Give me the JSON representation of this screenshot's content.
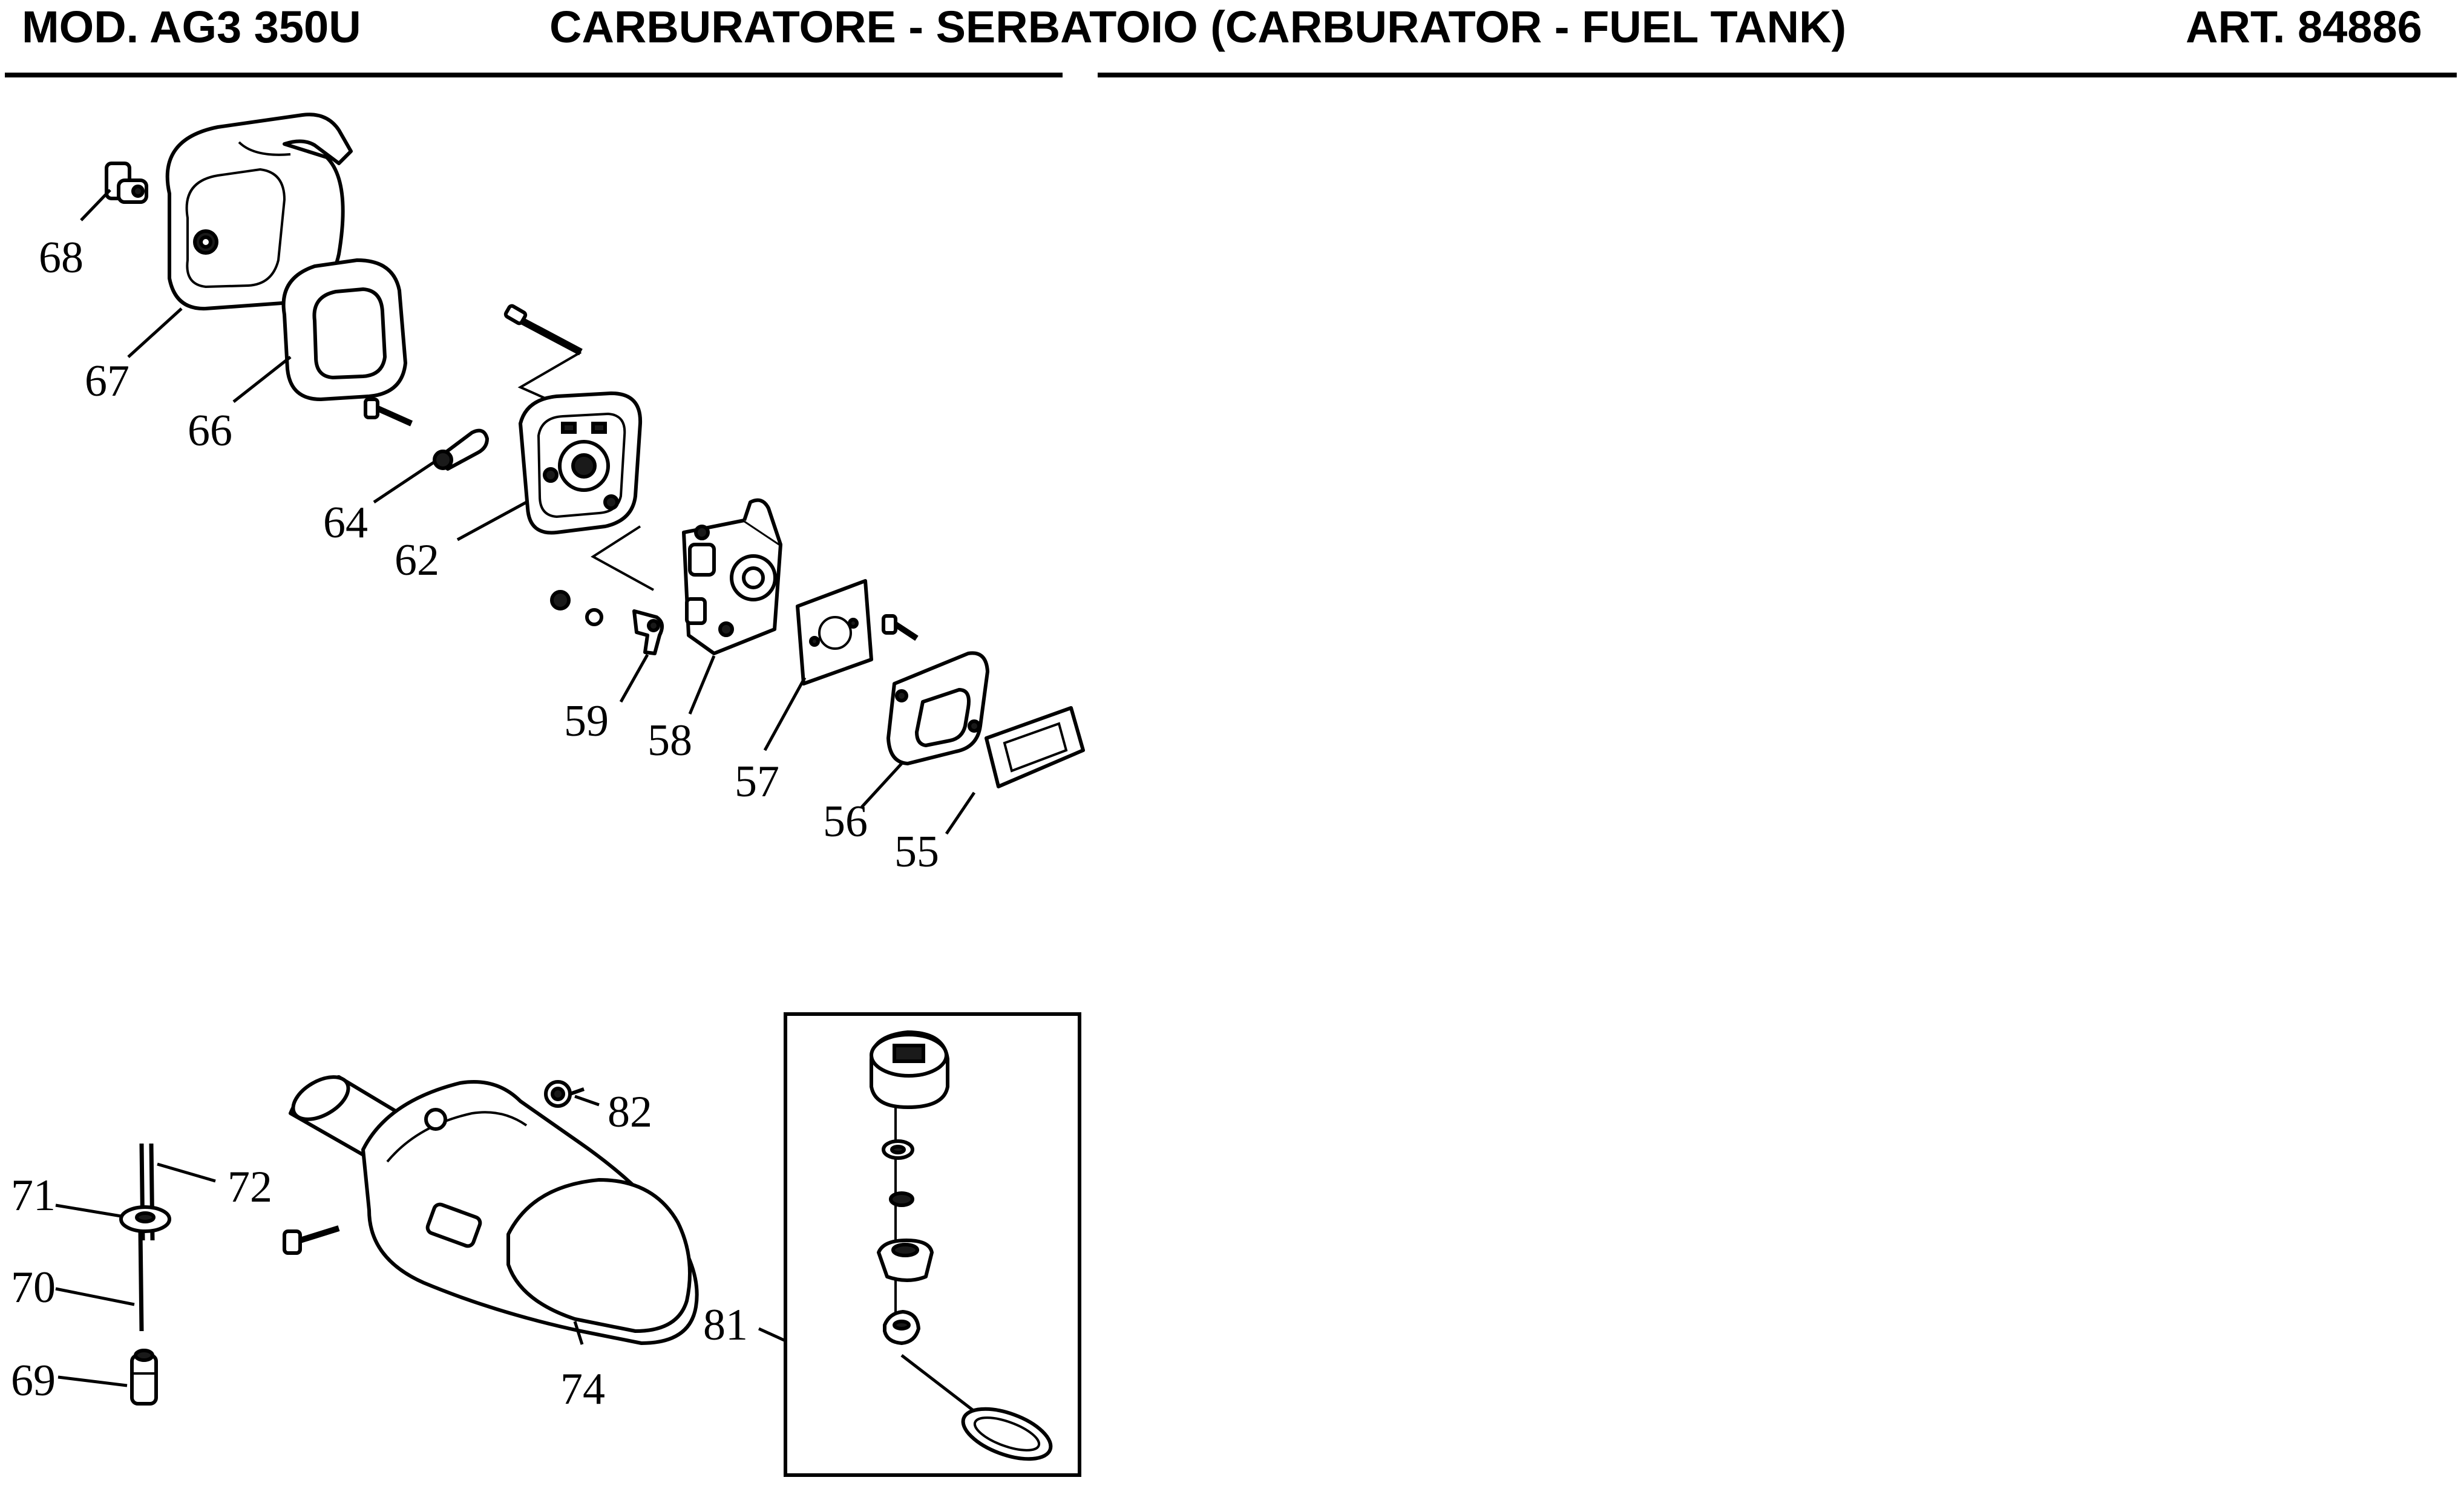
{
  "header": {
    "model": "MOD. AG3 350U",
    "title": "CARBURATORE - SERBATOIO (CARBURATOR - FUEL TANK)",
    "article": "ART. 84886"
  },
  "callouts": {
    "c55": "55",
    "c56": "56",
    "c57": "57",
    "c58": "58",
    "c59": "59",
    "c62": "62",
    "c64": "64",
    "c66": "66",
    "c67": "67",
    "c68": "68",
    "c69": "69",
    "c70": "70",
    "c71": "71",
    "c72": "72",
    "c74": "74",
    "c81": "81",
    "c82": "82"
  },
  "colors": {
    "ink": "#000000",
    "paper": "#ffffff"
  }
}
